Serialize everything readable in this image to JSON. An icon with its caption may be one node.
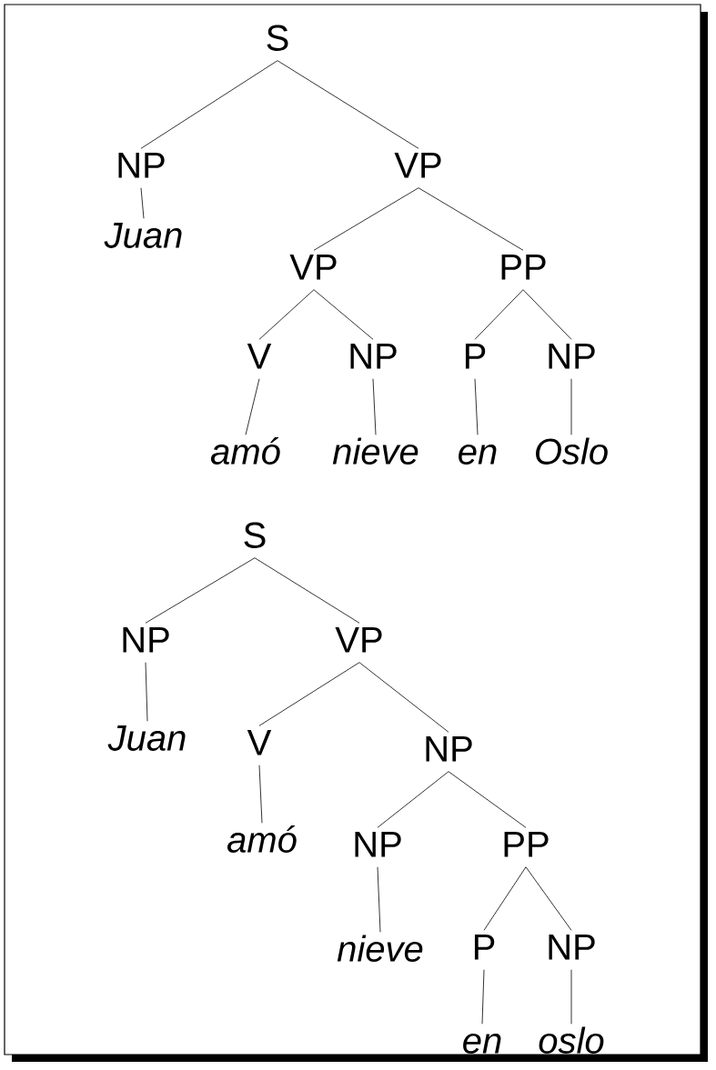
{
  "diagram": {
    "nodes": [
      {
        "text": [
          "S"
        ]
      },
      {
        "text": [
          "NP"
        ]
      },
      {
        "text": [
          "VP"
        ]
      },
      {
        "text": [
          "Juan"
        ]
      },
      {
        "text": [
          "VP"
        ]
      },
      {
        "text": [
          "PP"
        ]
      },
      {
        "text": [
          "V"
        ]
      },
      {
        "text": [
          "NP"
        ]
      },
      {
        "text": [
          "P"
        ]
      },
      {
        "text": [
          "NP"
        ]
      },
      {
        "text": [
          "amó"
        ]
      },
      {
        "text": [
          "nieve"
        ]
      },
      {
        "text": [
          "en"
        ]
      },
      {
        "text": [
          "Oslo"
        ]
      },
      {
        "text": [
          "S"
        ]
      },
      {
        "text": [
          "NP"
        ]
      },
      {
        "text": [
          "VP"
        ]
      },
      {
        "text": [
          "Juan"
        ]
      },
      {
        "text": [
          "V"
        ]
      },
      {
        "text": [
          "NP"
        ]
      },
      {
        "text": [
          "amó"
        ]
      },
      {
        "text": [
          "NP"
        ]
      },
      {
        "text": [
          "PP"
        ]
      },
      {
        "text": [
          "nieve"
        ]
      },
      {
        "text": [
          "P"
        ]
      },
      {
        "text": [
          "NP"
        ]
      },
      {
        "text": [
          "en"
        ]
      },
      {
        "text": [
          "oslo"
        ]
      }
    ],
    "edges": [
      {
        "from": 0,
        "to": 1,
        "arrow": "none"
      },
      {
        "from": 0,
        "to": 2,
        "arrow": "none"
      },
      {
        "from": 1,
        "to": 3,
        "arrow": "none"
      },
      {
        "from": 2,
        "to": 4,
        "arrow": "none"
      },
      {
        "from": 2,
        "to": 5,
        "arrow": "none"
      },
      {
        "from": 4,
        "to": 6,
        "arrow": "none"
      },
      {
        "from": 4,
        "to": 7,
        "arrow": "none"
      },
      {
        "from": 5,
        "to": 8,
        "arrow": "none"
      },
      {
        "from": 5,
        "to": 9,
        "arrow": "none"
      },
      {
        "from": 6,
        "to": 10,
        "arrow": "none"
      },
      {
        "from": 7,
        "to": 11,
        "arrow": "none"
      },
      {
        "from": 8,
        "to": 12,
        "arrow": "none"
      },
      {
        "from": 9,
        "to": 13,
        "arrow": "none"
      },
      {
        "from": 14,
        "to": 15,
        "arrow": "none"
      },
      {
        "from": 14,
        "to": 16,
        "arrow": "none"
      },
      {
        "from": 15,
        "to": 17,
        "arrow": "none"
      },
      {
        "from": 16,
        "to": 18,
        "arrow": "none"
      },
      {
        "from": 16,
        "to": 19,
        "arrow": "none"
      },
      {
        "from": 18,
        "to": 20,
        "arrow": "none"
      },
      {
        "from": 19,
        "to": 21,
        "arrow": "none"
      },
      {
        "from": 19,
        "to": 22,
        "arrow": "none"
      },
      {
        "from": 21,
        "to": 23,
        "arrow": "none"
      },
      {
        "from": 22,
        "to": 24,
        "arrow": "none"
      },
      {
        "from": 22,
        "to": 25,
        "arrow": "none"
      },
      {
        "from": 24,
        "to": 26,
        "arrow": "none"
      },
      {
        "from": 25,
        "to": 27,
        "arrow": "none"
      }
    ]
  }
}
